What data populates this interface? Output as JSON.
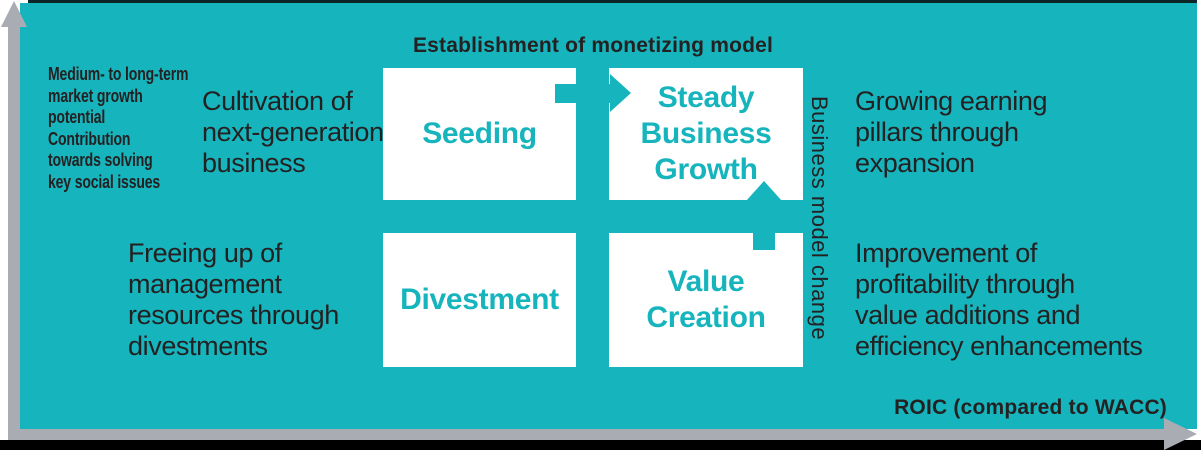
{
  "colors": {
    "teal": "#16b4bc",
    "dark": "#242122",
    "gray": "#a9adb3",
    "black": "#000000"
  },
  "labels": {
    "top": "Establishment of monetizing model",
    "right_vertical": "Business model change",
    "y_axis": "Medium- to long-term\nmarket growth\npotential\nContribution\ntowards solving\nkey social issues",
    "x_axis": "ROIC (compared to WACC)"
  },
  "quadrants": {
    "seeding": {
      "title": "Seeding",
      "annotation": "Cultivation of\nnext-generation\nbusiness"
    },
    "steady_business_growth": {
      "title": "Steady\nBusiness\nGrowth",
      "annotation": "Growing earning\npillars through\nexpansion"
    },
    "divestment": {
      "title": "Divestment",
      "annotation": "Freeing up of\nmanagement\nresources through\ndivestments"
    },
    "value_creation": {
      "title": "Value\nCreation",
      "annotation": "Improvement of\nprofitability through\nvalue additions and\nefficiency enhancements"
    }
  }
}
